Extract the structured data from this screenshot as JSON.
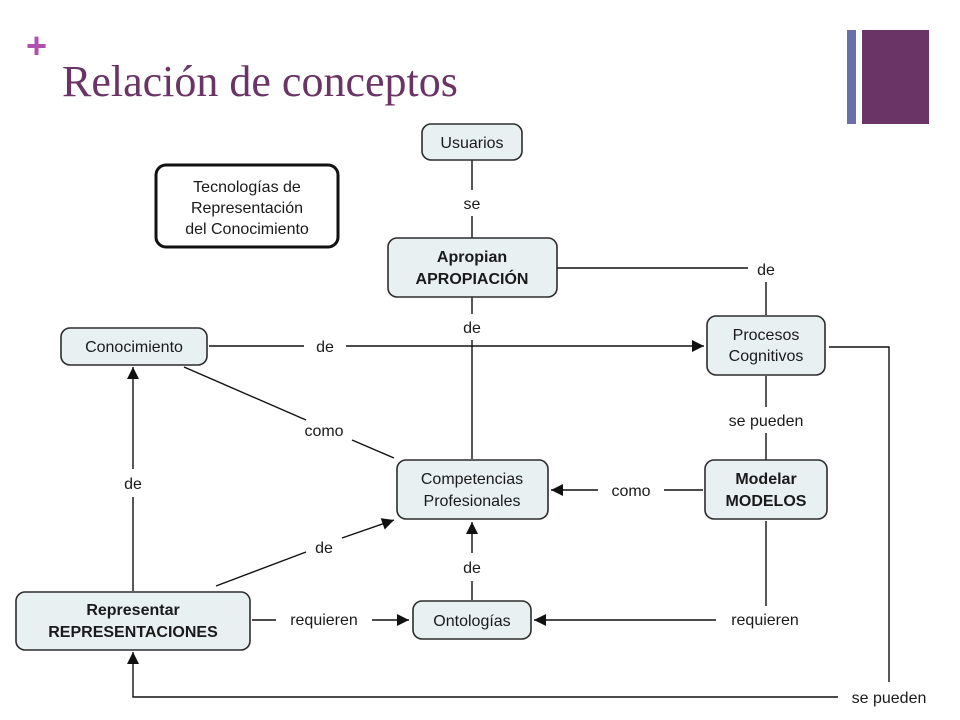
{
  "slide": {
    "bullet": "+",
    "title": "Relación de conceptos",
    "colors": {
      "title": "#6b3466",
      "bullet": "#b04fb0",
      "deco_thin": "#6b6fa8",
      "deco_thick": "#6a3566"
    }
  },
  "diagram": {
    "nodes": {
      "usuarios": {
        "lines": [
          "Usuarios"
        ],
        "bold": false
      },
      "tecnologias": {
        "lines": [
          "Tecnologías de",
          "Representación",
          "del Conocimiento"
        ],
        "bold": false
      },
      "apropian": {
        "lines": [
          "Apropian",
          "APROPIACIÓN"
        ],
        "bold": true
      },
      "conocimiento": {
        "lines": [
          "Conocimiento"
        ],
        "bold": false
      },
      "procesos": {
        "lines": [
          "Procesos",
          "Cognitivos"
        ],
        "bold": false
      },
      "competencias": {
        "lines": [
          "Competencias",
          "Profesionales"
        ],
        "bold": false
      },
      "modelar": {
        "lines": [
          "Modelar",
          "MODELOS"
        ],
        "bold": true
      },
      "representar": {
        "lines": [
          "Representar",
          "REPRESENTACIONES"
        ],
        "bold": true
      },
      "ontologias": {
        "lines": [
          "Ontologías"
        ],
        "bold": false
      }
    },
    "link_labels": {
      "se": "se",
      "de_apropian_procesos": "de",
      "de_apropian_competencias": "de",
      "de_conocimiento_procesos": "de",
      "como_conocimiento_competencias": "como",
      "se_pueden_procesos_modelar": "se pueden",
      "como_modelar_competencias": "como",
      "de_representar_conocimiento": "de",
      "de_representar_competencias": "de",
      "de_ontologias_competencias": "de",
      "requieren_representar_ontologias": "requieren",
      "requieren_modelar_ontologias": "requieren",
      "se_pueden_procesos_representar": "se pueden"
    }
  }
}
